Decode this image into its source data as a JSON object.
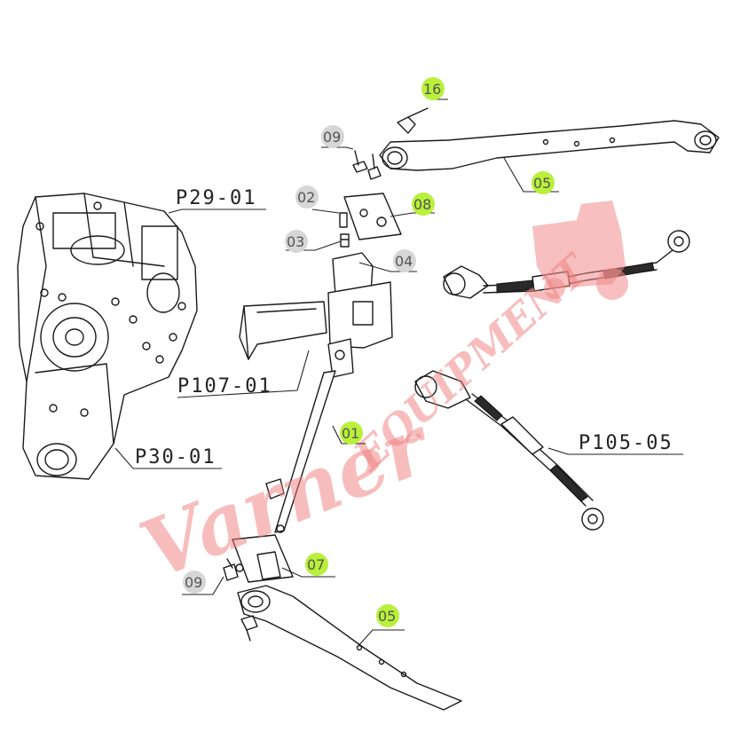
{
  "assemblies": {
    "gearbox": "P29-01",
    "housing": "P30-01",
    "bracket_frame": "P107-01",
    "turnbuckle": "P105-05"
  },
  "callouts": {
    "c16": "16",
    "c09a": "09",
    "c09b": "09",
    "c02": "02",
    "c08": "08",
    "c03": "03",
    "c04": "04",
    "c05a": "05",
    "c05b": "05",
    "c01": "01",
    "c07": "07"
  },
  "colors": {
    "highlight": "#b8f03a",
    "neutral": "#d6d6d6",
    "watermark": "#f08080"
  },
  "watermark": {
    "line1": "Varner",
    "line2": "EQUIPMENT"
  }
}
